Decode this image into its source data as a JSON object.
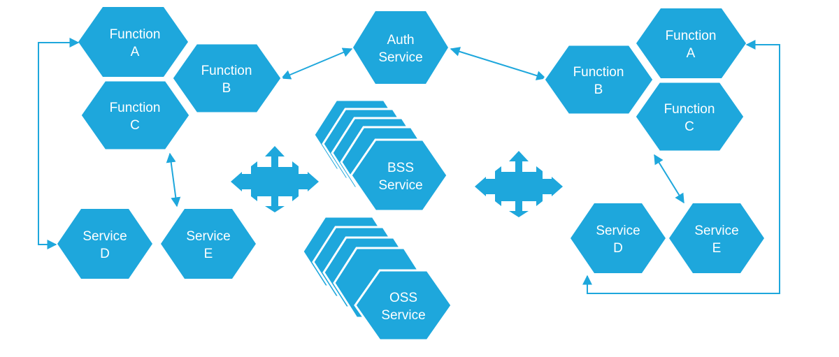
{
  "colors": {
    "hex_fill": "#1ea7dc",
    "connector": "#1ea7dc",
    "background": "#ffffff"
  },
  "left_cluster": {
    "function_a": {
      "line1": "Function",
      "line2": "A"
    },
    "function_b": {
      "line1": "Function",
      "line2": "B"
    },
    "function_c": {
      "line1": "Function",
      "line2": "C"
    },
    "service_d": {
      "line1": "Service",
      "line2": "D"
    },
    "service_e": {
      "line1": "Service",
      "line2": "E"
    }
  },
  "right_cluster": {
    "function_a": {
      "line1": "Function",
      "line2": "A"
    },
    "function_b": {
      "line1": "Function",
      "line2": "B"
    },
    "function_c": {
      "line1": "Function",
      "line2": "C"
    },
    "service_d": {
      "line1": "Service",
      "line2": "D"
    },
    "service_e": {
      "line1": "Service",
      "line2": "E"
    }
  },
  "center": {
    "auth": {
      "line1": "Auth",
      "line2": "Service"
    },
    "bss": {
      "line1": "BSS",
      "line2": "Service"
    },
    "oss": {
      "line1": "OSS",
      "line2": "Service"
    }
  },
  "icons": [
    "four-way-arrow-icon",
    "four-way-arrow-icon"
  ]
}
